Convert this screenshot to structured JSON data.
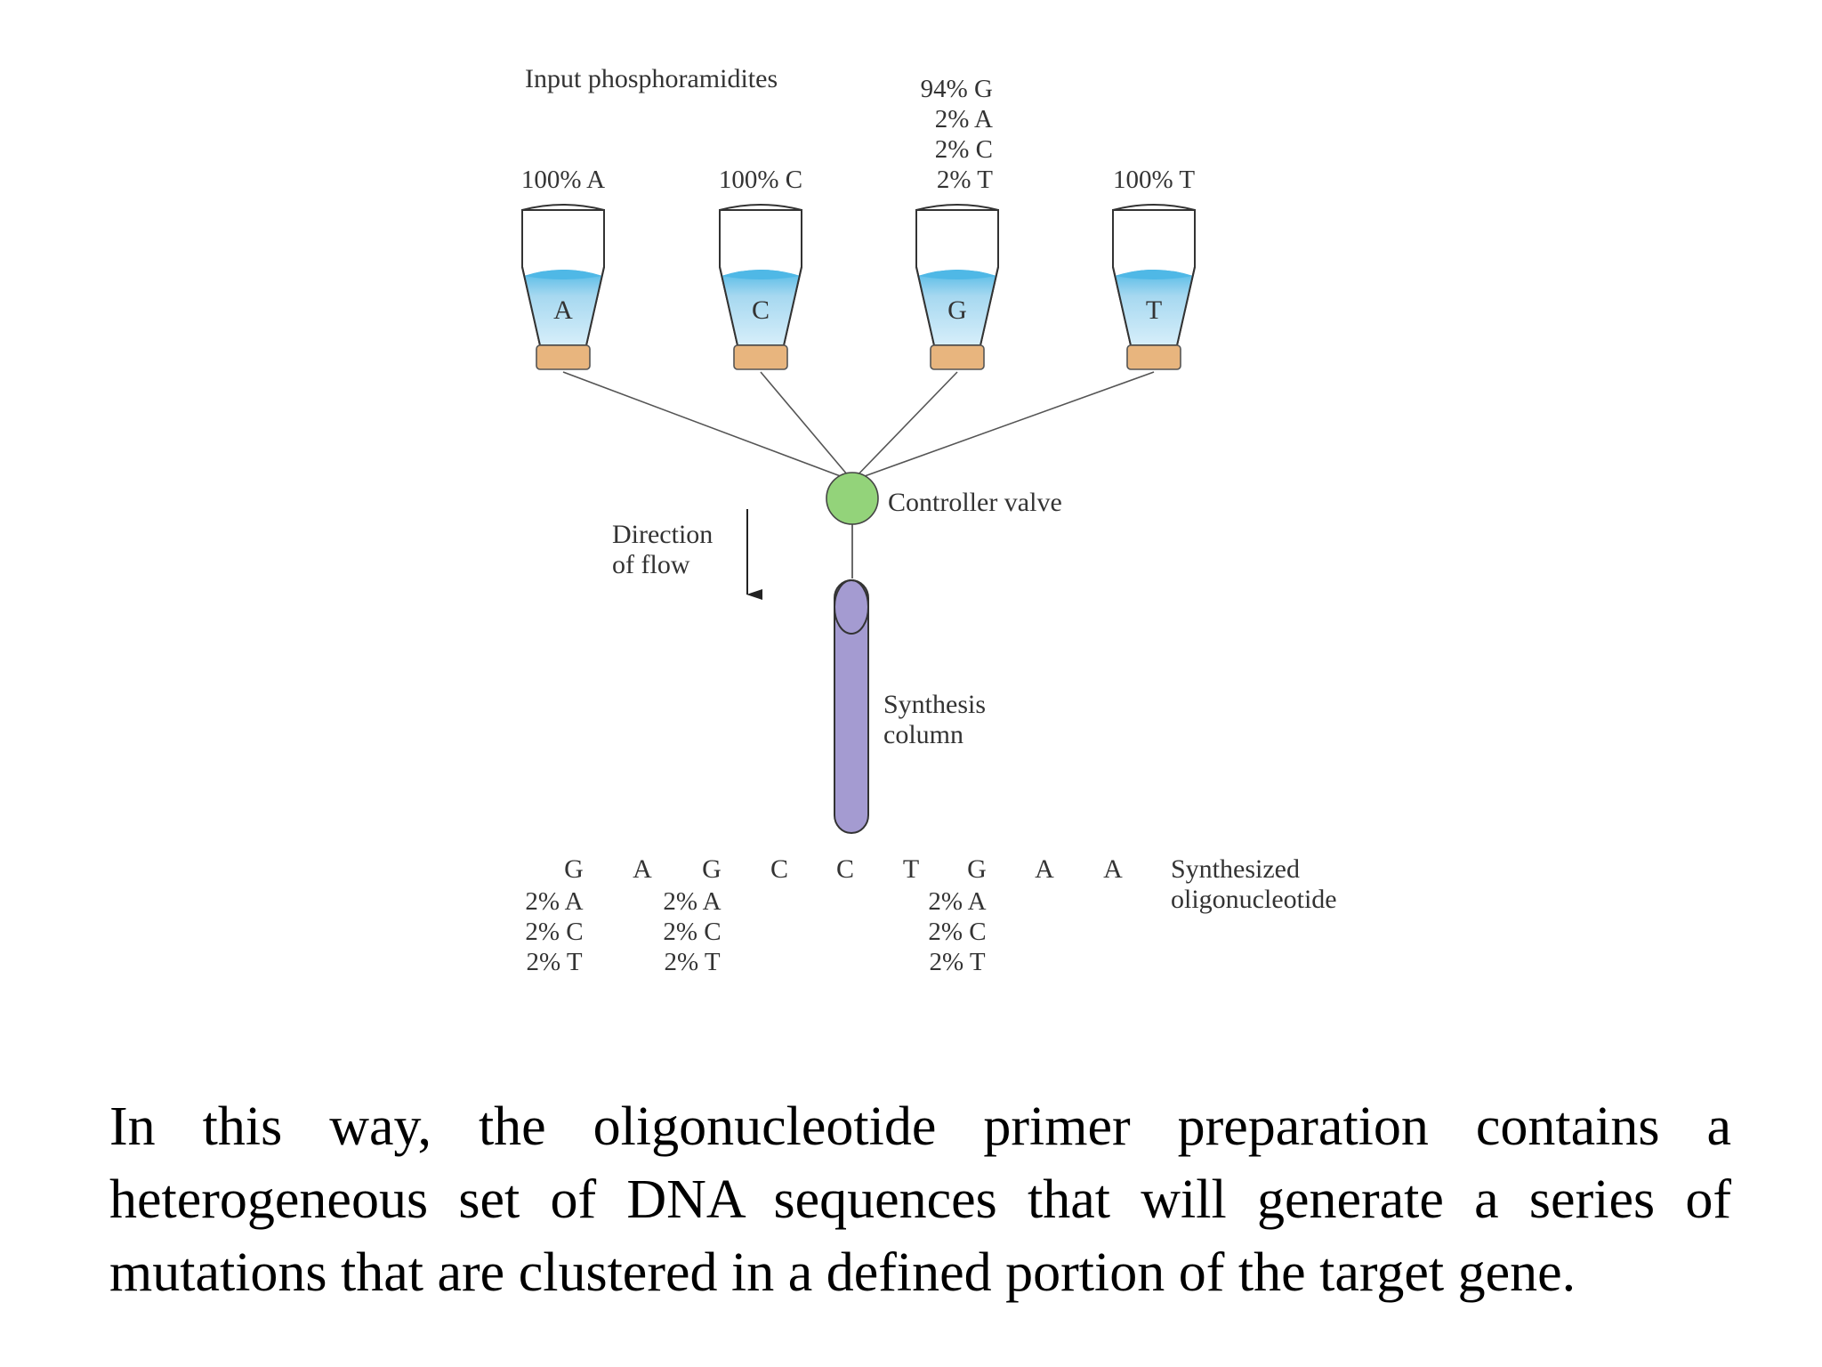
{
  "diagram": {
    "input_label": "Input phosphoramidites",
    "bottles": [
      {
        "percent_lines": [
          "100% A"
        ],
        "letter": "A"
      },
      {
        "percent_lines": [
          "100% C"
        ],
        "letter": "C"
      },
      {
        "percent_lines": [
          "94% G",
          "2% A",
          "2% C",
          "2% T"
        ],
        "letter": "G"
      },
      {
        "percent_lines": [
          "100% T"
        ],
        "letter": "T"
      }
    ],
    "valve_label": "Controller valve",
    "flow_label_lines": [
      "Direction",
      "of flow"
    ],
    "column_label_lines": [
      "Synthesis",
      "column"
    ],
    "sequence": [
      "G",
      "A",
      "G",
      "C",
      "C",
      "T",
      "G",
      "A",
      "A"
    ],
    "doped_positions": [
      {
        "index": 0,
        "lines": [
          "2% A",
          "2% C",
          "2% T"
        ]
      },
      {
        "index": 2,
        "lines": [
          "2% A",
          "2% C",
          "2% T"
        ]
      },
      {
        "index": 6,
        "lines": [
          "2% A",
          "2% C",
          "2% T"
        ]
      }
    ],
    "product_label_lines": [
      "Synthesized",
      "oligonucleotide"
    ],
    "colors": {
      "liquid": "#a6d8f0",
      "liquid_top": "#4fb8e6",
      "cap": "#e8b57e",
      "valve": "#93d37a",
      "column": "#a49bd1"
    }
  },
  "caption": "In this way, the oligonucleotide primer preparation contains a heterogeneous set of DNA sequences that will generate a series of mutations that are clustered in a defined portion of the target gene."
}
